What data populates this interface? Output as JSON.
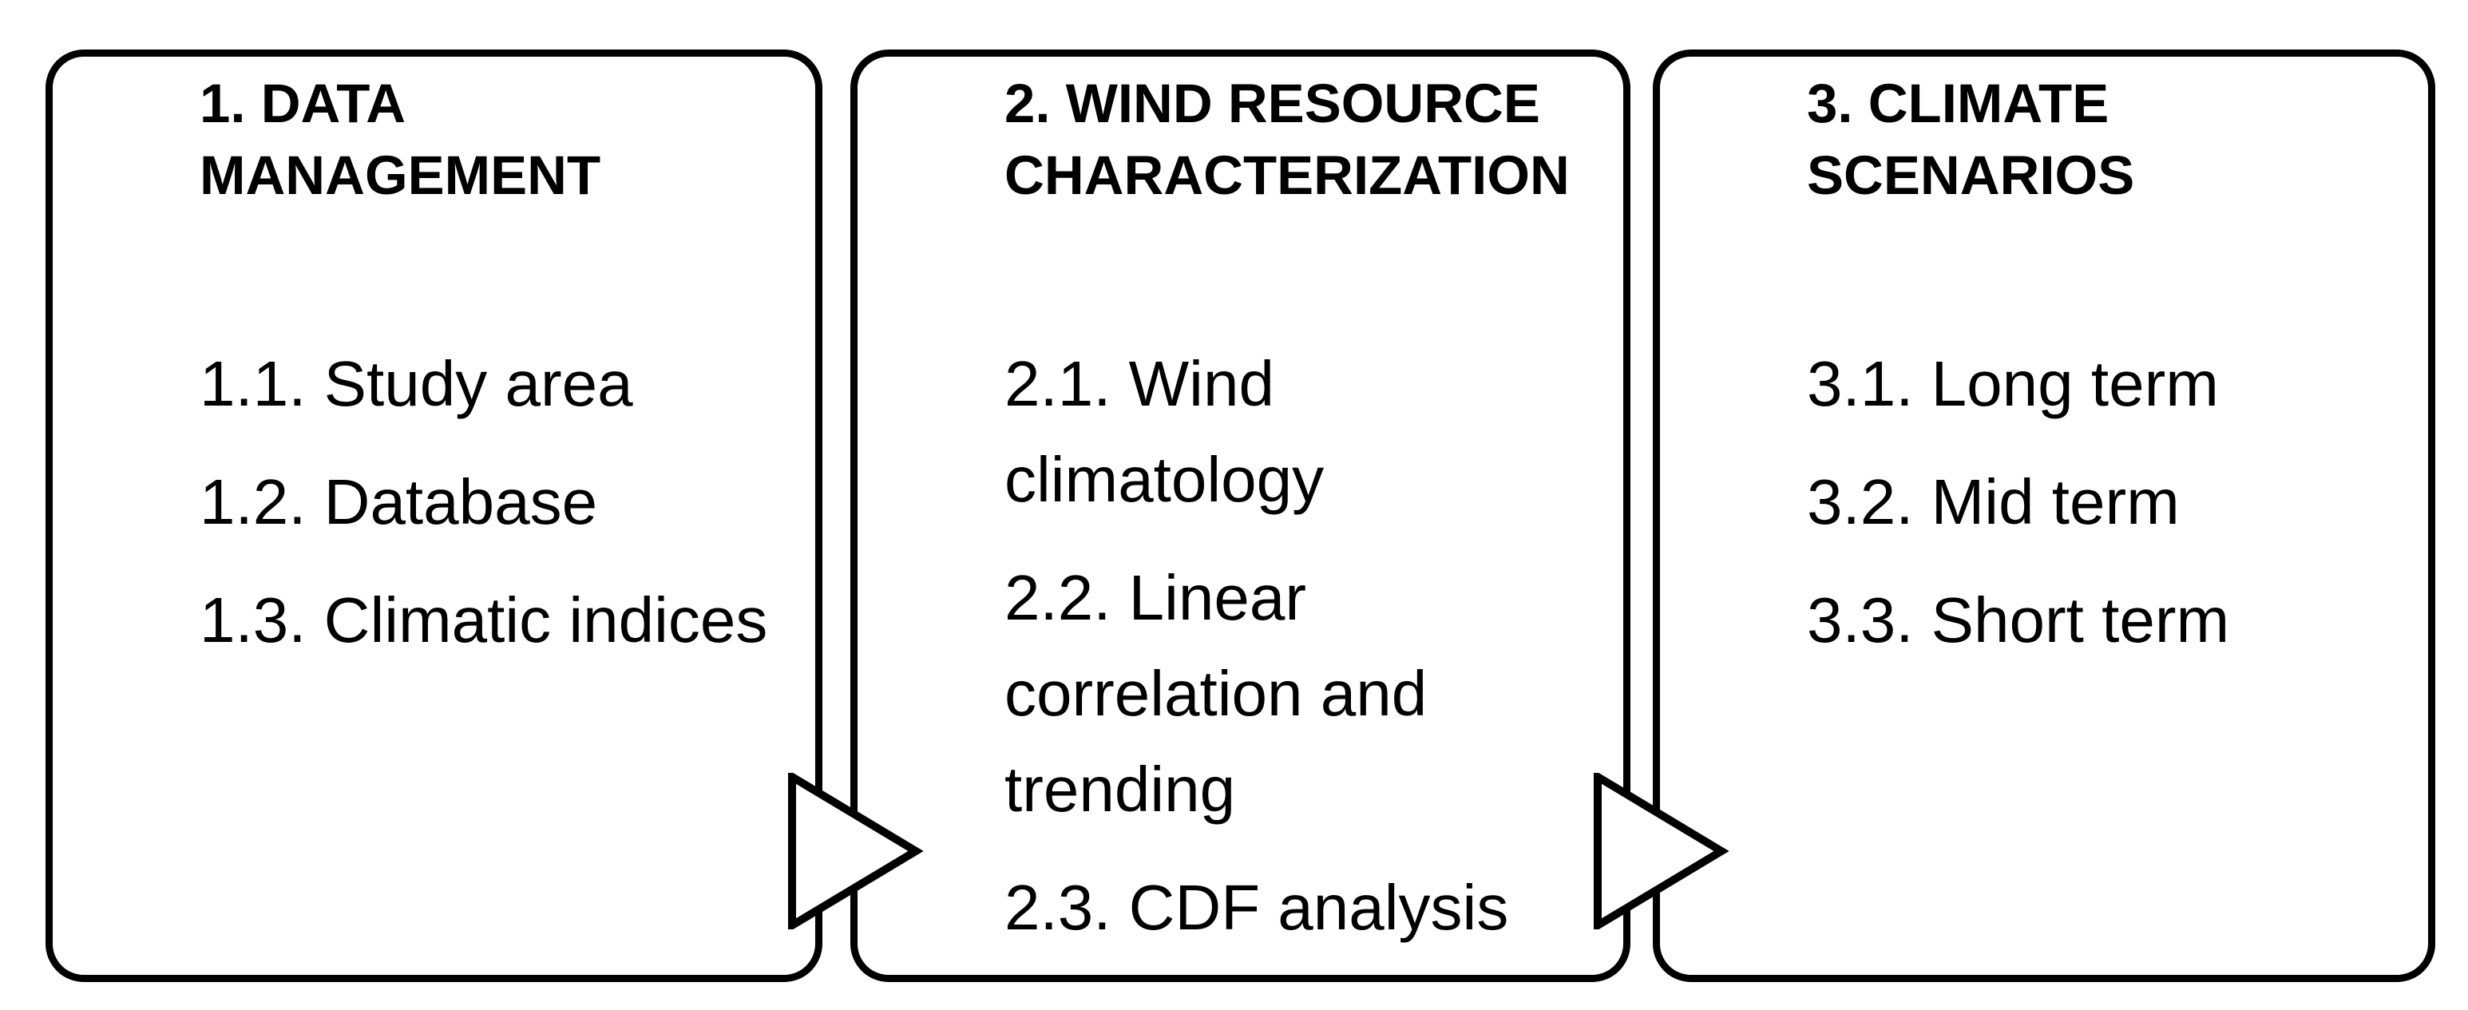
{
  "colors": {
    "background": "#ffffff",
    "box_border": "#000000",
    "text": "#000000",
    "arrow_fill": "#ffffff",
    "arrow_stroke": "#000000"
  },
  "boxes": [
    {
      "id": "data-management",
      "title": "1. DATA MANAGEMENT",
      "title_lines": [
        "1. DATA",
        "MANAGEMENT"
      ],
      "items": [
        "1.1. Study area",
        "1.2. Database",
        "1.3. Climatic indices"
      ]
    },
    {
      "id": "wind-resource-characterization",
      "title": "2. WIND RESOURCE CHARACTERIZATION",
      "title_lines": [
        "2. WIND RESOURCE",
        "CHARACTERIZATION"
      ],
      "items": [
        "2.1. Wind climatology",
        "2.2. Linear correlation and trending",
        "2.3. CDF analysis"
      ]
    },
    {
      "id": "climate-scenarios",
      "title": "3. CLIMATE SCENARIOS",
      "title_lines": [
        "3. CLIMATE",
        "SCENARIOS"
      ],
      "items": [
        "3.1. Long term",
        "3.2. Mid term",
        "3.3. Short term"
      ]
    }
  ],
  "arrows": [
    {
      "name": "arrow-step1-to-step2",
      "direction": "right"
    },
    {
      "name": "arrow-step2-to-step3",
      "direction": "right"
    }
  ]
}
